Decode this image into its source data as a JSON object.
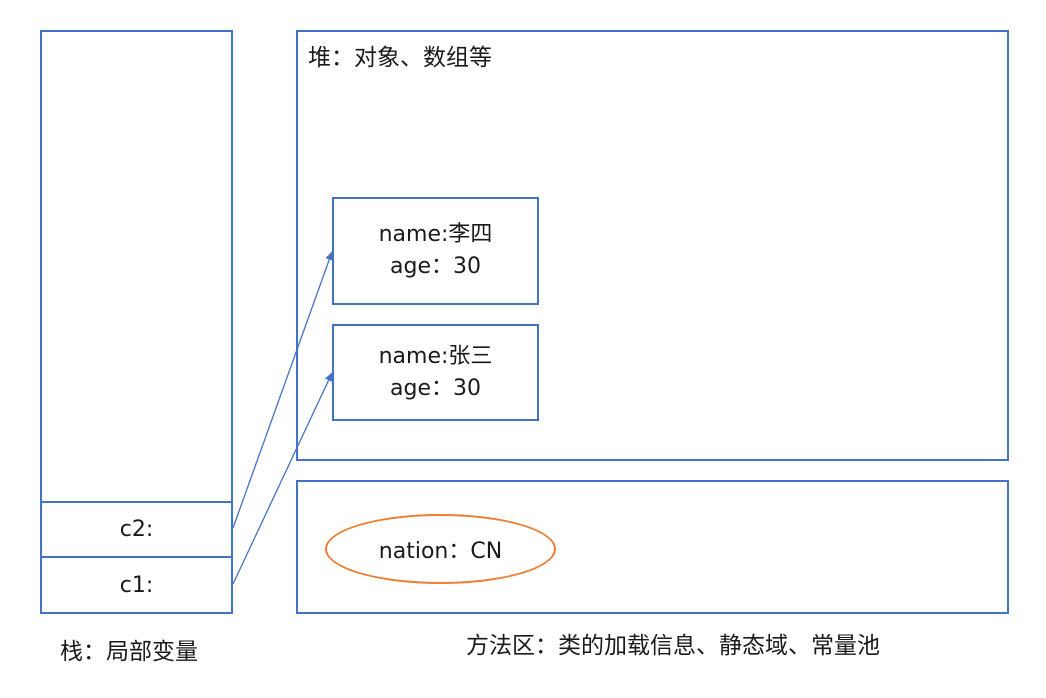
{
  "stack": {
    "label": "栈：局部变量",
    "slots": [
      {
        "label": "c2:"
      },
      {
        "label": "c1:"
      }
    ]
  },
  "heap": {
    "title": "堆：对象、数组等",
    "objects": [
      {
        "name_line": "name:李四",
        "age_line": "age：30"
      },
      {
        "name_line": "name:张三",
        "age_line": "age：30"
      }
    ]
  },
  "method_area": {
    "label": "方法区：类的加载信息、静态域、常量池",
    "static_field": "nation：CN"
  },
  "colors": {
    "box_border": "#4472c4",
    "ellipse_border": "#ed7d31",
    "arrow": "#4472c4"
  }
}
